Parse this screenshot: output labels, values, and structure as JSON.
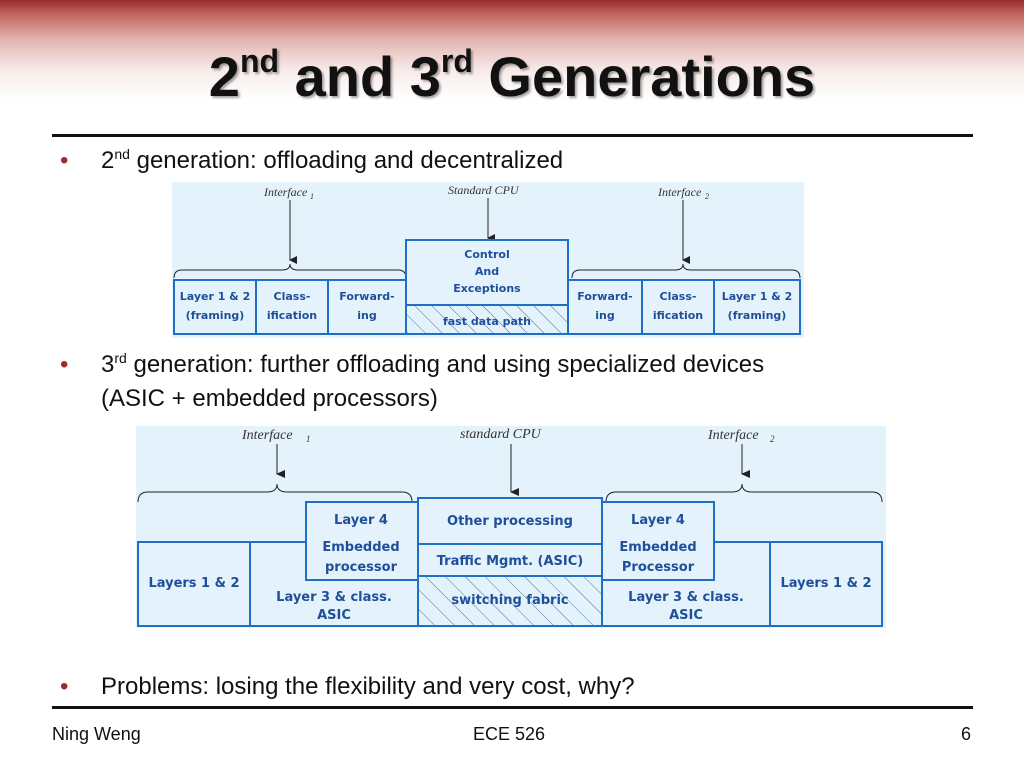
{
  "slide": {
    "title": {
      "pre": "2",
      "sup1": "nd",
      "mid": " and 3",
      "sup2": "rd",
      "post": " Generations"
    },
    "bullets": [
      {
        "pre": "2",
        "sup": "nd",
        "text": " generation: offloading and decentralized"
      },
      {
        "pre": "3",
        "sup": "rd",
        "text": " generation: further offloading and using specialized devices",
        "line2": "(ASIC + embedded processors)"
      },
      {
        "text": "Problems: losing the flexibility and very cost, why?"
      }
    ],
    "bullet_char": "•",
    "footer": {
      "left": "Ning Weng",
      "center": "ECE 526",
      "right": "6"
    }
  },
  "diagram1": {
    "top_labels": {
      "left": "Interface",
      "left_sub": "1",
      "center": "Standard CPU",
      "right": "Interface",
      "right_sub": "2"
    },
    "boxes": {
      "l1": [
        "Layer 1 & 2",
        "(framing)"
      ],
      "l2": [
        "Class-",
        "ification"
      ],
      "l3": [
        "Forward-",
        "ing"
      ],
      "center": [
        "Control",
        "And",
        "Exceptions"
      ],
      "fast": "fast data path",
      "r3": [
        "Forward-",
        "ing"
      ],
      "r2": [
        "Class-",
        "ification"
      ],
      "r1": [
        "Layer 1 & 2",
        "(framing)"
      ]
    }
  },
  "diagram2": {
    "top_labels": {
      "left": "Interface",
      "left_sub": "1",
      "center": "standard CPU",
      "right": "Interface",
      "right_sub": "2"
    },
    "boxes": {
      "layers_left": "Layers 1 & 2",
      "asic_left": [
        "Layer 3 & class.",
        "ASIC"
      ],
      "emb_left": [
        "Layer 4",
        "Embedded",
        "processor"
      ],
      "other": "Other processing",
      "traffic": "Traffic Mgmt. (ASIC)",
      "fabric": "switching fabric",
      "emb_right": [
        "Layer 4",
        "Embedded",
        "Processor"
      ],
      "asic_right": [
        "Layer 3 & class.",
        "ASIC"
      ],
      "layers_right": "Layers 1 & 2"
    }
  },
  "colors": {
    "accent": "#9b2c2c",
    "box_stroke": "#1f6fc4",
    "box_text": "#1f4e9a",
    "diagram_bg": "#e4f3fb"
  }
}
